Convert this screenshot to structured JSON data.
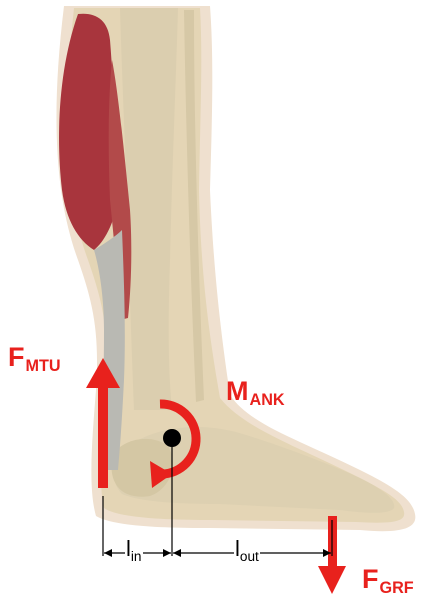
{
  "labels": {
    "f_mtu": {
      "main": "F",
      "sub": "MTU"
    },
    "m_ank": {
      "main": "M",
      "sub": "ANK"
    },
    "f_grf": {
      "main": "F",
      "sub": "GRF"
    },
    "l_in": {
      "main": "l",
      "sub": "in"
    },
    "l_out": {
      "main": "l",
      "sub": "out"
    }
  },
  "colors": {
    "force_red": "#e8211d",
    "muscle": "#a8353d",
    "tendon": "#b9b9b3",
    "skin_outline": "#eedccb",
    "leg_skin": "#e3d4b4",
    "bone": "#d8ccad",
    "dimension_line": "#000000"
  }
}
